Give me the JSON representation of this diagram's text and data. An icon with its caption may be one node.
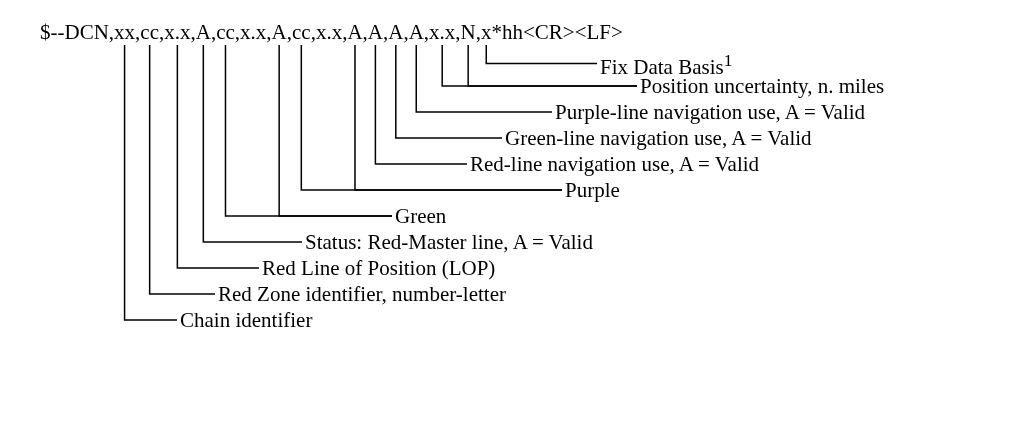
{
  "diagram": {
    "nodes": [
      {
        "text": [
          "xx"
        ]
      },
      {
        "text": [
          "cc"
        ]
      },
      {
        "text": [
          "x.x"
        ]
      },
      {
        "text": [
          "A"
        ]
      },
      {
        "text": [
          "cc"
        ]
      },
      {
        "text": [
          "A"
        ]
      },
      {
        "text": [
          "cc"
        ]
      },
      {
        "text": [
          "A"
        ]
      },
      {
        "text": [
          "A"
        ]
      },
      {
        "text": [
          "A"
        ]
      },
      {
        "text": [
          "A"
        ]
      },
      {
        "text": [
          "x.x"
        ]
      },
      {
        "text": [
          "N"
        ]
      },
      {
        "text": [
          "x"
        ]
      },
      {
        "text": [
          "Fix Data Basis$^{1}$"
        ]
      },
      {
        "text": [
          "Position uncertainty, n. miles"
        ]
      },
      {
        "text": [
          "Purple-line navigation use, A = Valid"
        ]
      },
      {
        "text": [
          "Green-line navigation use, A = Valid"
        ]
      },
      {
        "text": [
          "Red-line navigation use, A = Valid"
        ]
      },
      {
        "text": [
          "Purple"
        ]
      },
      {
        "text": [
          "Green"
        ]
      },
      {
        "text": [
          "Status: Red-Master line, A = Valid"
        ]
      },
      {
        "text": [
          "Red Line of Position (LOP)"
        ]
      },
      {
        "text": [
          "Red Zone identifier, number-letter"
        ]
      },
      {
        "text": [
          "Chain identifier"
        ]
      }
    ],
    "edges": [
      {
        "from": 14,
        "to": 13,
        "arrow": "none"
      },
      {
        "from": 15,
        "to": 11,
        "arrow": "none"
      },
      {
        "from": 15,
        "to": 12,
        "arrow": "none"
      },
      {
        "from": 16,
        "to": 10,
        "arrow": "none"
      },
      {
        "from": 17,
        "to": 9,
        "arrow": "none"
      },
      {
        "from": 18,
        "to": 8,
        "arrow": "none"
      },
      {
        "from": 19,
        "to": 7,
        "arrow": "none"
      },
      {
        "from": 19,
        "to": 6,
        "arrow": "none"
      },
      {
        "from": 20,
        "to": 5,
        "arrow": "none"
      },
      {
        "from": 20,
        "to": 4,
        "arrow": "none"
      },
      {
        "from": 21,
        "to": 3,
        "arrow": "none"
      },
      {
        "from": 22,
        "to": 2,
        "arrow": "none"
      },
      {
        "from": 23,
        "to": 1,
        "arrow": "none"
      },
      {
        "from": 24,
        "to": 0,
        "arrow": "none"
      }
    ],
    "labels": [
      "$--DCN,",
      ",",
      ",",
      ",",
      ",",
      ",x.x,",
      ",",
      ",x.x,",
      ",",
      ",",
      ",",
      ",",
      ",",
      ",",
      "*hh<CR><LF>"
    ]
  }
}
